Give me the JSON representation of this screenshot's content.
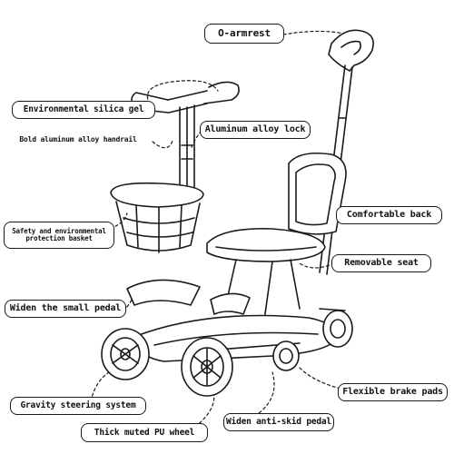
{
  "labels": {
    "o_armrest": "O-armrest",
    "silica_gel": "Environmental silica gel",
    "handrail": "Bold aluminum alloy handrail",
    "alloy_lock": "Aluminum alloy lock",
    "basket_line1": "Safety and environmental",
    "basket_line2": "protection basket",
    "comfortable_back": "Comfortable back",
    "removable_seat": "Removable seat",
    "small_pedal": "Widen the small pedal",
    "brake_pads": "Flexible brake pads",
    "steering": "Gravity steering system",
    "pu_wheel": "Thick muted PU wheel",
    "antiskid_pedal": "Widen anti-skid pedal"
  },
  "colors": {
    "line": "#1a1a1a",
    "background": "#ffffff"
  },
  "icons": [
    "scooter-drawing"
  ]
}
